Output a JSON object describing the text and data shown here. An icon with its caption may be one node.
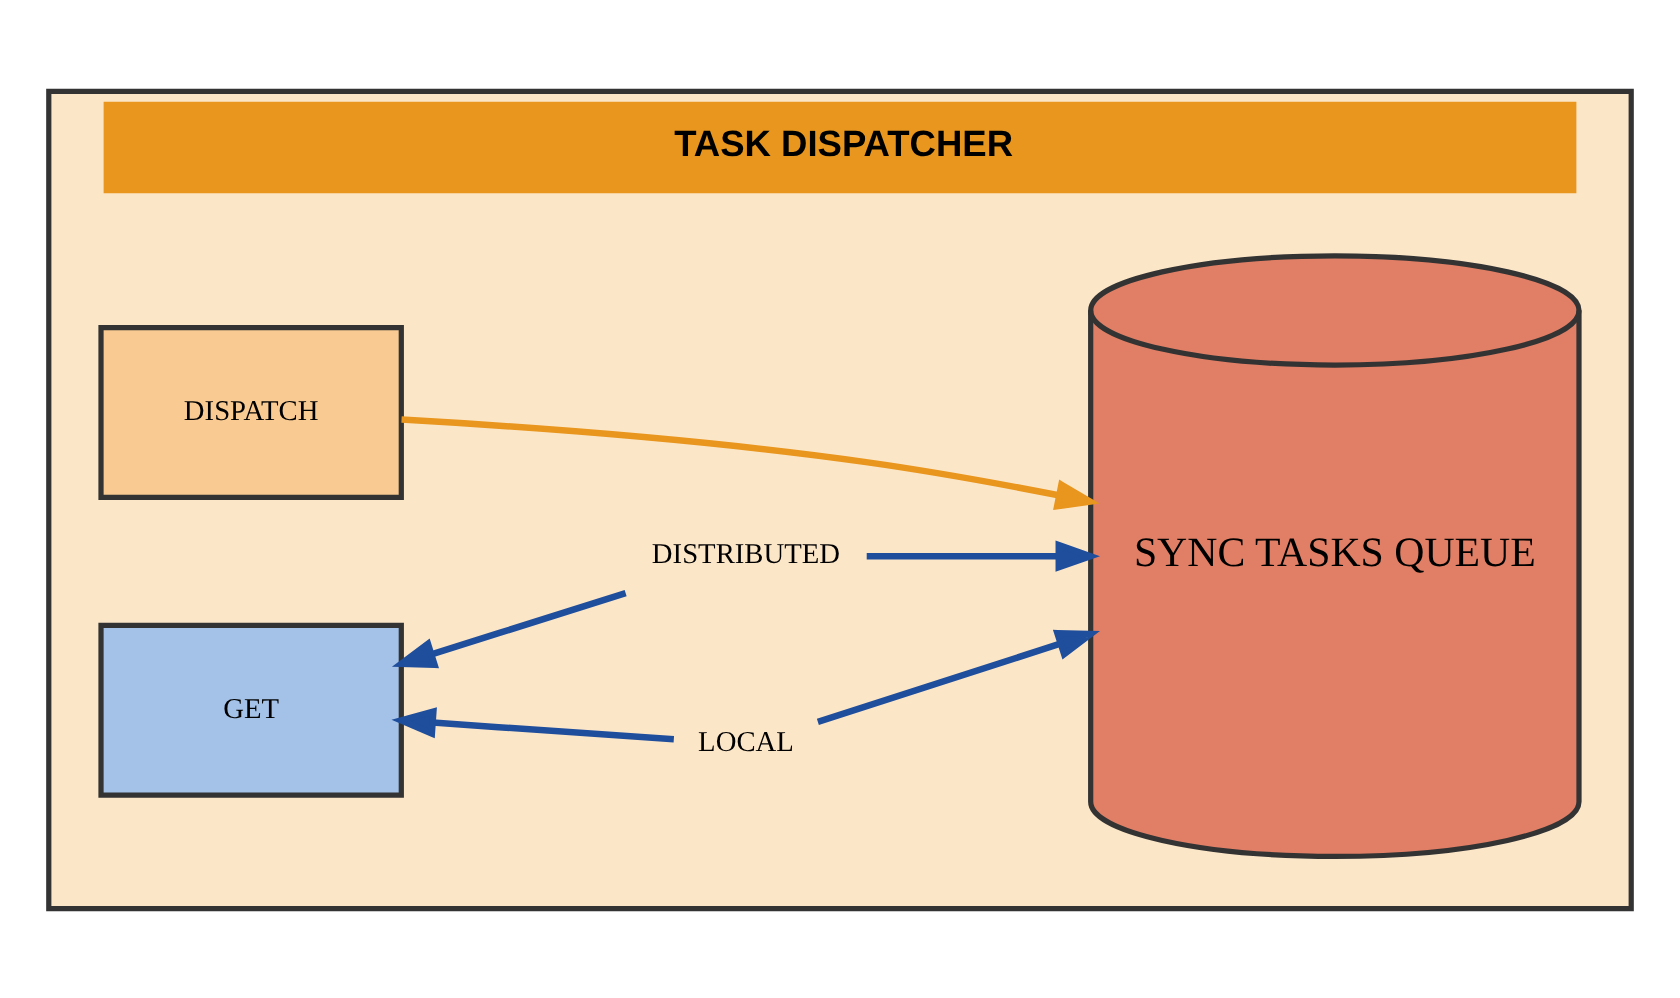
{
  "diagram": {
    "nodes": [
      {
        "text": [
          "TASK DISPATCHER"
        ]
      },
      {
        "text": [
          "DISPATCH"
        ],
        "in": 0
      },
      {
        "text": [
          "GET"
        ],
        "in": 0
      },
      {
        "text": [
          "LOCAL"
        ],
        "in": 0
      },
      {
        "text": [
          "DISTRIBUTED"
        ],
        "in": 0
      },
      {
        "text": [
          "SYNC TASKS QUEUE"
        ],
        "in": 0
      }
    ],
    "edges": [
      {
        "from": 1,
        "to": 5,
        "arrow": "to",
        "color": "#e8961e"
      },
      {
        "from": 3,
        "to": 5,
        "arrow": "to"
      },
      {
        "from": 4,
        "to": 5,
        "arrow": "to"
      },
      {
        "from": 3,
        "to": 2,
        "arrow": "to"
      },
      {
        "from": 4,
        "to": 2,
        "arrow": "to"
      }
    ]
  }
}
